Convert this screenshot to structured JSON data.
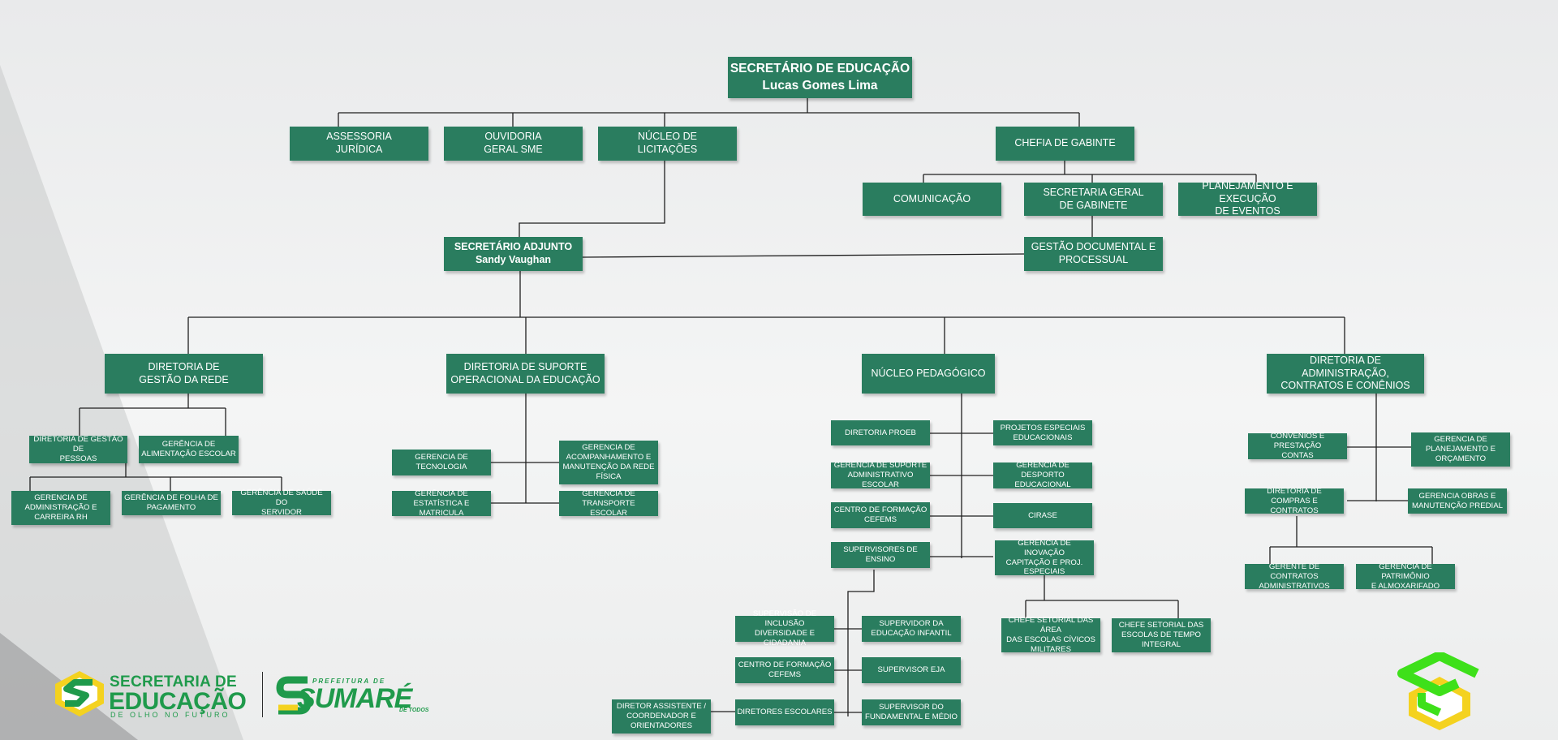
{
  "colors": {
    "box": "#2a7d5f",
    "line": "#1f1f1f",
    "logo_green": "#1f9a4b",
    "logo_yellow": "#f4d21f",
    "logo_lime": "#3ee01a"
  },
  "chart": {
    "n_top": "SECRETÁRIO DE EDUCAÇÃO\nLucas Gomes Lima",
    "n_assessoria": "ASSESSORIA\nJURÍDICA",
    "n_ouvidoria": "OUVIDORIA\nGERAL SME",
    "n_licitacoes": "NÚCLEO DE\nLICITAÇÕES",
    "n_chefia": "CHEFIA DE GABINTE",
    "n_comunicacao": "COMUNICAÇÃO",
    "n_secgeral": "SECRETARIA GERAL\nDE GABINETE",
    "n_planejamento": "PLANEJAMENTO E EXECUÇÃO\nDE EVENTOS",
    "n_gestaodoc": "GESTÃO DOCUMENTAL E\nPROCESSUAL",
    "n_adjunto": "SECRETÁRIO ADJUNTO\nSandy Vaughan",
    "n_dir_rede": "DIRETORIA DE\nGESTÃO DA REDE",
    "n_dir_suporte": "DIRETORIA DE SUPORTE\nOPERACIONAL DA EDUCAÇÃO",
    "n_nucleo_ped": "NÚCLEO PEDAGÓGICO",
    "n_dir_adm": "DIRETORIA DE ADMINISTRAÇÃO,\nCONTRATOS E CONÊNIOS",
    "n_dir_pessoas": "DIRETORIA DE GESTÃO DE\nPESSOAS",
    "n_ger_alim": "GERÊNCIA DE\nALIMENTAÇÃO ESCOLAR",
    "n_ger_adm_rh": "GERENCIA DE\nADMINISTRAÇÃO E\nCARREIRA RH",
    "n_ger_folha": "GERÊNCIA DE FOLHA DE\nPAGAMENTO",
    "n_ger_saude": "GERÊNCIA DE SAÚDE DO\nSERVIDOR",
    "n_ger_tec": "GERENCIA DE TECNOLOGIA",
    "n_ger_manut": "GERENCIA DE\nACOMPANHAMENTO E\nMANUTENÇÃO DA REDE\nFÍSICA",
    "n_ger_estat": "GERÊNCIA DE ESTATÍSTICA E\nMATRICULA",
    "n_ger_transp": "GERÊNCIA DE TRANSPORTE\nESCOLAR",
    "n_dir_proeb": "DIRETORIA PROEB",
    "n_proj_esp": "PROJETOS ESPECIAIS\nEDUCACIONAIS",
    "n_ger_sup_adm": "GERÊNCIA DE SUPORTE\nADMINISTRATIVO ESCOLAR",
    "n_ger_desporto": "GERENCIA DE DESPORTO\nEDUCACIONAL",
    "n_centro_form1": "CENTRO DE FORMAÇÃO\nCEFEMS",
    "n_cirase": "CIRASE",
    "n_supervisores": "SUPERVISORES DE ENSINO",
    "n_ger_inov": "GERÊNCIA DE INOVAÇÃO\nCAPITAÇÃO E PROJ.\nESPECIAIS",
    "n_sup_inclusao": "SUPERVISÃO DE INCLUSÃO\nDIVERSIDADE E CIDADANIA",
    "n_sup_infantil": "SUPERVIDOR DA\nEDUCAÇÃO INFANTIL",
    "n_centro_form2": "CENTRO DE FORMAÇÃO\nCEFEMS",
    "n_sup_eja": "SUPERVISOR EJA",
    "n_dir_assist": "DIRETOR ASSISTENTE /\nCOORDENADOR E\nORIENTADORES",
    "n_dir_escolares": "DIRETORES ESCOLARES",
    "n_sup_fund": "SUPERVISOR DO\nFUNDAMENTAL E MÉDIO",
    "n_chefe_civ": "CHEFE SETORIAL DAS ÁREA\nDAS ESCOLAS CÍVICOS\nMILITARES",
    "n_chefe_int": "CHEFE SETORIAL DAS\nESCOLAS DE TEMPO\nINTEGRAL",
    "n_convenios": "CONVÊNIOS E PRESTAÇÃO\nCONTAS",
    "n_ger_plan_orc": "GERENCIA DE\nPLANEJAMENTO E\nORÇAMENTO",
    "n_dir_compras": "DIRETORIA DE COMPRAS E\nCONTRATOS",
    "n_ger_obras": "GERENCIA OBRAS E\nMANUTENÇÃO PREDIAL",
    "n_gerente_contr": "GERENTE DE CONTRATOS\nADMINISTRATIVOS",
    "n_ger_patrim": "GERENCIA DE PATRIMÔNIO\nE ALMOXARIFADO"
  },
  "logos": {
    "sec_line1": "SECRETARIA DE",
    "sec_line2a": "EDUC",
    "sec_line2b": "AÇÃO",
    "sec_tagline": "DE OLHO NO FUTURO",
    "pref_top": "PREFEITURA DE",
    "pref_name": "SUMARÉ",
    "pref_tagline": "DE TODOS"
  }
}
